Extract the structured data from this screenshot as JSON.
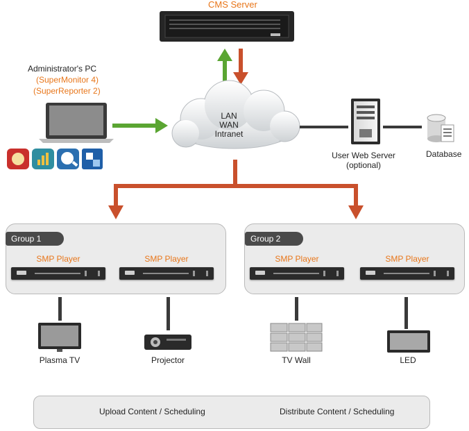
{
  "cms_server": {
    "label": "CMS Server"
  },
  "admin_pc": {
    "title": "Administrator's PC",
    "line1": "(SuperMonitor 4)",
    "line2": "(SuperReporter 2)",
    "app_icons": [
      "red-monitor-icon",
      "chart-icon",
      "search-s-icon",
      "blue-app-icon"
    ]
  },
  "network": {
    "line1": "LAN",
    "line2": "WAN",
    "line3": "Intranet"
  },
  "web_server": {
    "line1": "User Web Server",
    "line2": "(optional)"
  },
  "database": {
    "label": "Database"
  },
  "groups": [
    {
      "name": "Group 1",
      "players": [
        "SMP Player",
        "SMP Player"
      ]
    },
    {
      "name": "Group 2",
      "players": [
        "SMP Player",
        "SMP Player"
      ]
    }
  ],
  "devices": [
    "Plasma TV",
    "Projector",
    "TV Wall",
    "LED"
  ],
  "legend": {
    "upload": "Upload Content / Scheduling",
    "distribute": "Distribute Content / Scheduling"
  },
  "colors": {
    "upload_arrow": "#5aa532",
    "distribute_arrow": "#c9502c",
    "accent_text": "#e8761a"
  }
}
